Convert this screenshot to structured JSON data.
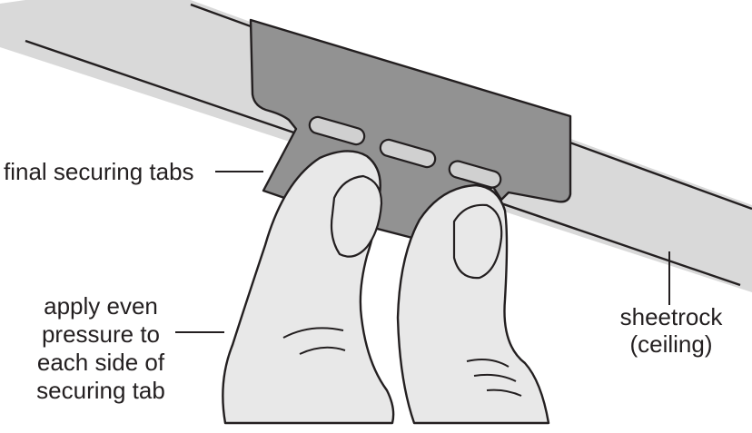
{
  "labels": {
    "tabs": "final securing tabs",
    "pressure": [
      "apply even",
      "pressure to",
      "each side of",
      "securing tab"
    ],
    "sheetrock": [
      "sheetrock",
      "(ceiling)"
    ]
  },
  "colors": {
    "line": "#231f20",
    "sheetrock_fill": "#d9d9d9",
    "bracket_fill": "#929292",
    "hand_fill": "#e8e8e8",
    "slot_fill": "#d0d0d0"
  }
}
